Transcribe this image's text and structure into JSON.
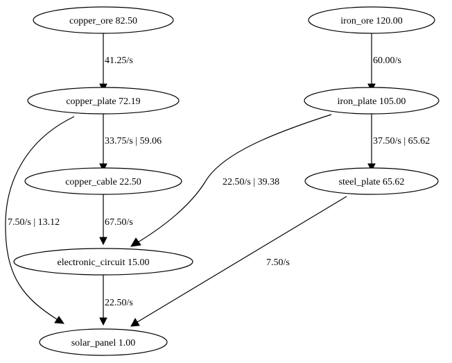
{
  "diagram": {
    "nodes": [
      {
        "id": "copper_ore",
        "label": "copper_ore 82.50"
      },
      {
        "id": "iron_ore",
        "label": "iron_ore 120.00"
      },
      {
        "id": "copper_plate",
        "label": "copper_plate 72.19"
      },
      {
        "id": "iron_plate",
        "label": "iron_plate 105.00"
      },
      {
        "id": "copper_cable",
        "label": "copper_cable 22.50"
      },
      {
        "id": "steel_plate",
        "label": "steel_plate 65.62"
      },
      {
        "id": "electronic_circuit",
        "label": "electronic_circuit 15.00"
      },
      {
        "id": "solar_panel",
        "label": "solar_panel 1.00"
      }
    ],
    "edges": [
      {
        "from": "copper_ore",
        "to": "copper_plate",
        "label": "41.25/s"
      },
      {
        "from": "iron_ore",
        "to": "iron_plate",
        "label": "60.00/s"
      },
      {
        "from": "copper_plate",
        "to": "copper_cable",
        "label": "33.75/s | 59.06"
      },
      {
        "from": "iron_plate",
        "to": "steel_plate",
        "label": "37.50/s | 65.62"
      },
      {
        "from": "iron_plate",
        "to": "electronic_circuit",
        "label": "22.50/s | 39.38"
      },
      {
        "from": "copper_plate",
        "to": "solar_panel",
        "label": "7.50/s | 13.12"
      },
      {
        "from": "copper_cable",
        "to": "electronic_circuit",
        "label": "67.50/s"
      },
      {
        "from": "steel_plate",
        "to": "solar_panel",
        "label": "7.50/s"
      },
      {
        "from": "electronic_circuit",
        "to": "solar_panel",
        "label": "22.50/s"
      }
    ]
  }
}
